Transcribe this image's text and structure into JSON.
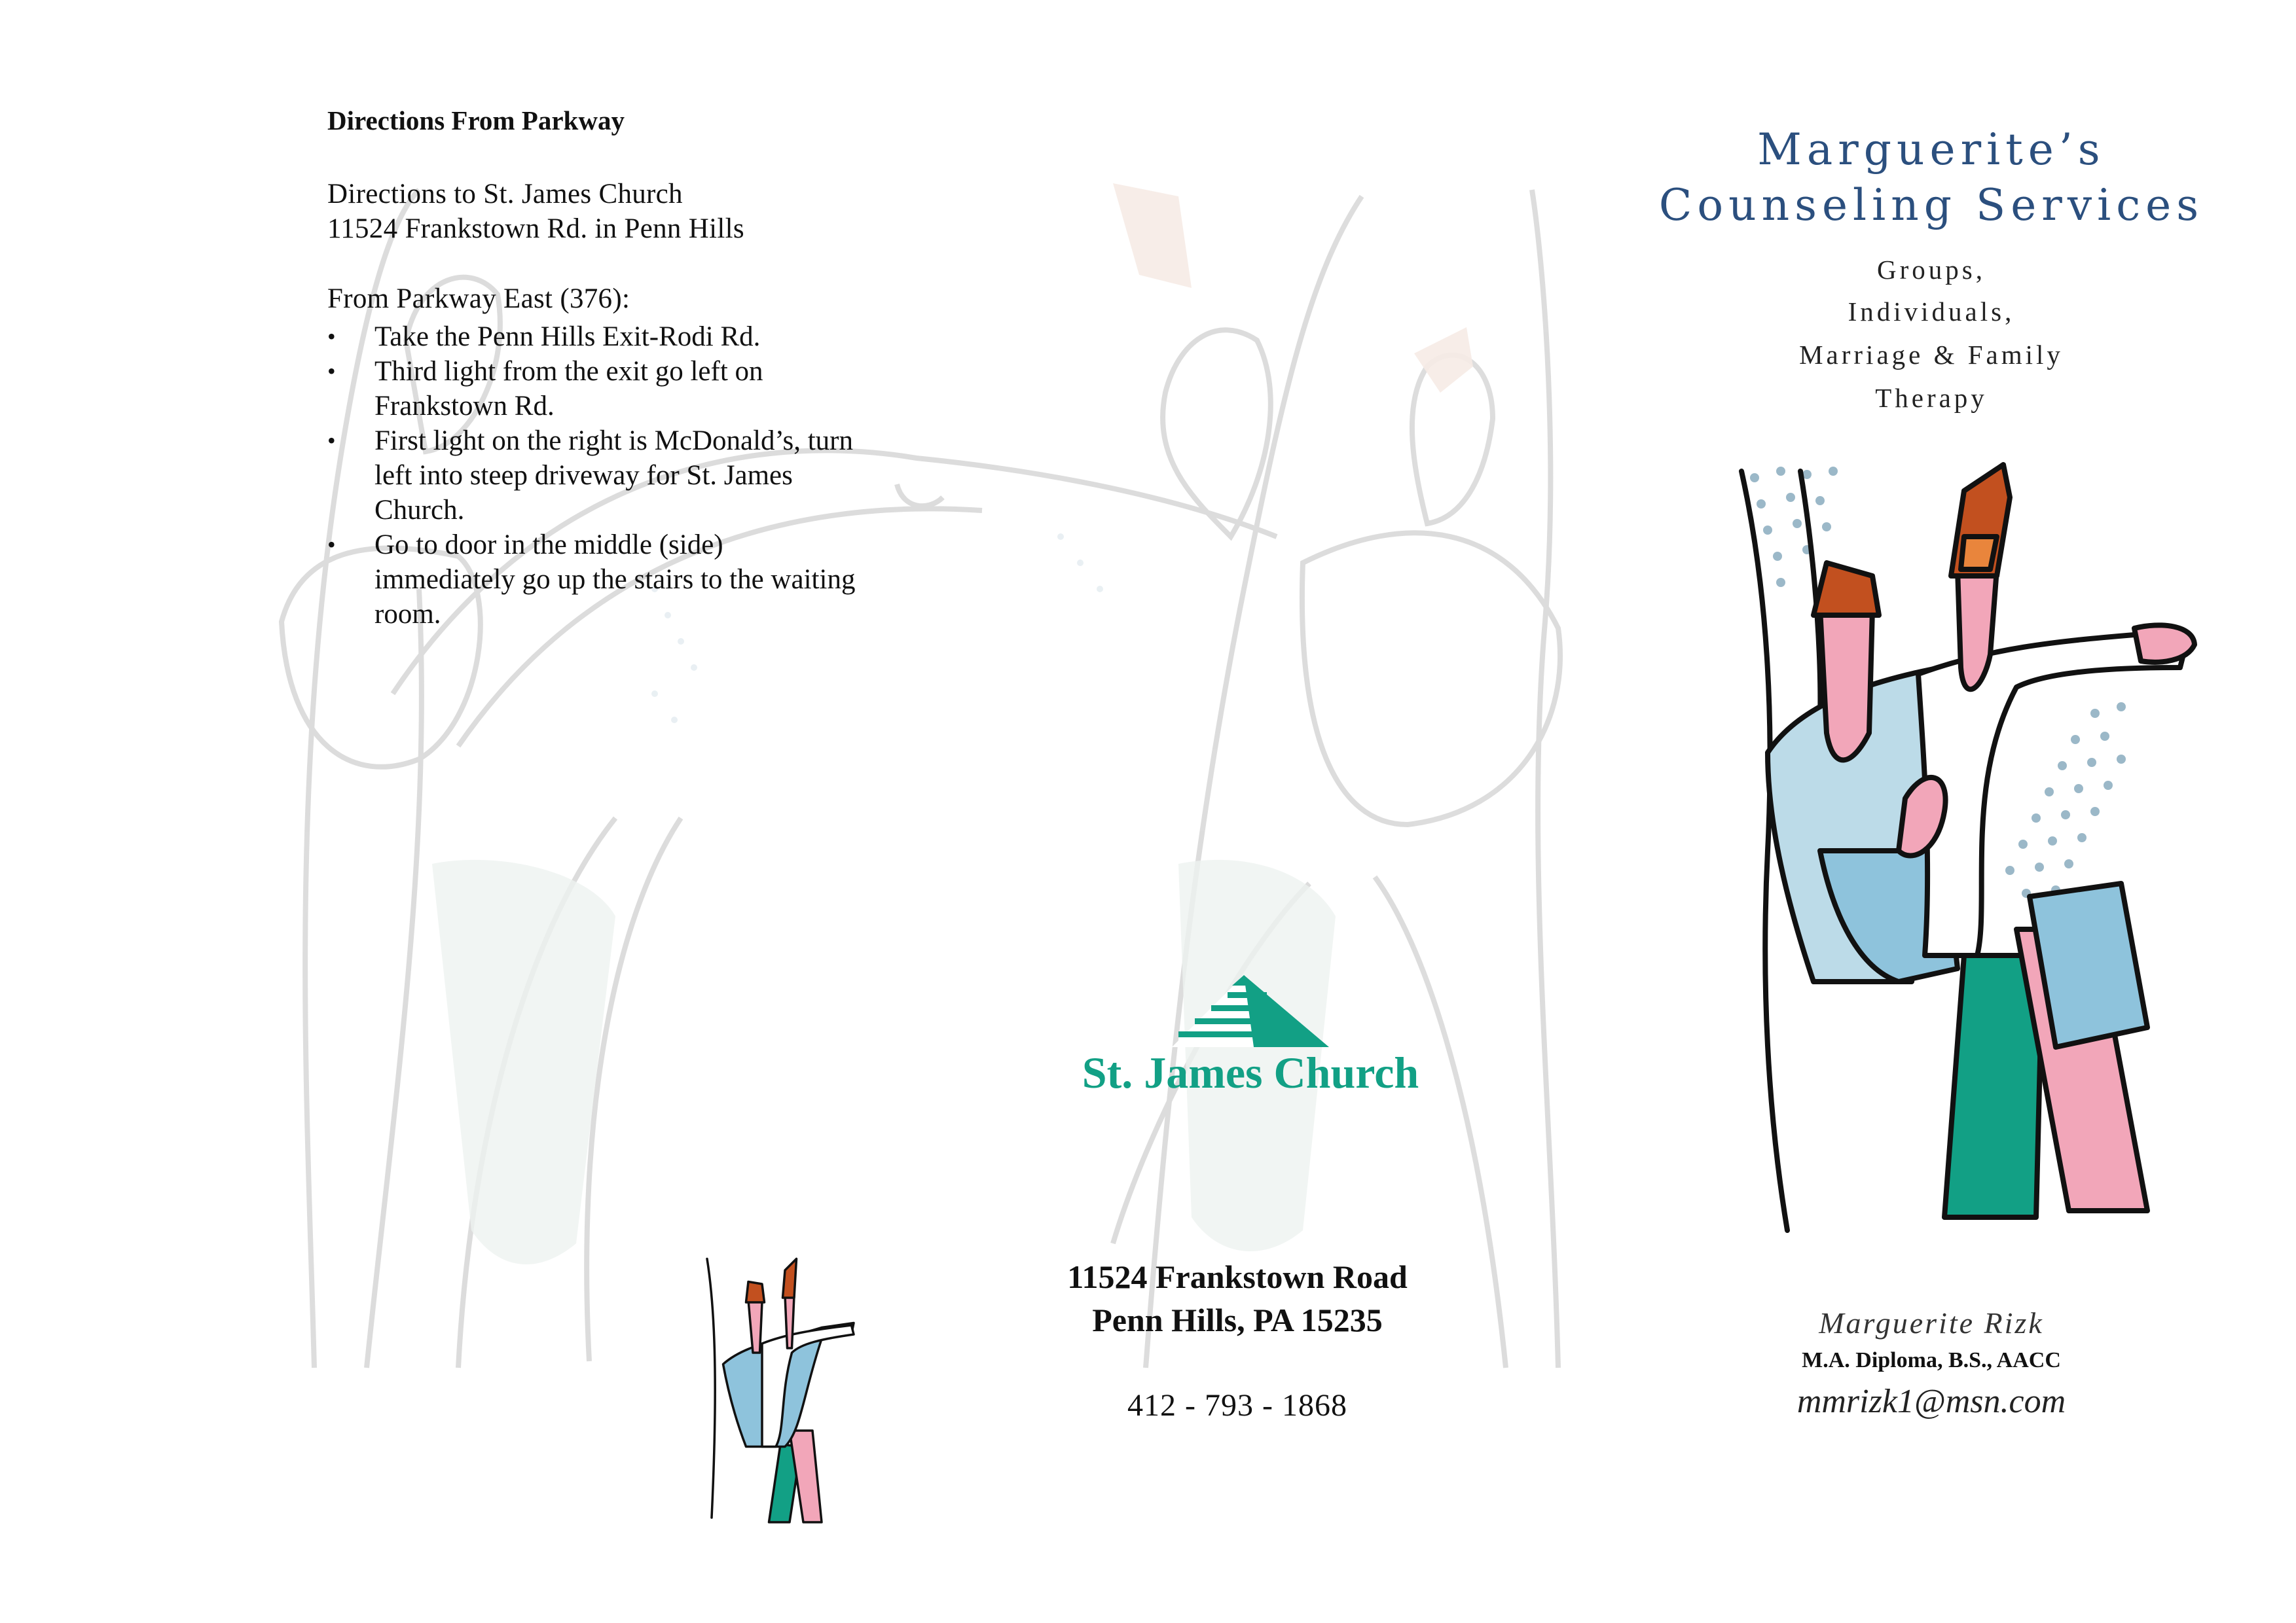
{
  "directions": {
    "heading": "Directions  From Parkway",
    "intro_line_1": "Directions to St. James Church",
    "intro_line_2": "11524 Frankstown Rd. in Penn Hills",
    "from_label": "From Parkway East (376):",
    "steps": [
      "Take the Penn Hills Exit-Rodi Rd.",
      "Third light from the exit go left on Frankstown Rd.",
      "First light on the right is McDonald’s, turn left into steep driveway for St. James Church.",
      "Go to door in the middle (side) immediately go up the stairs to the waiting room."
    ]
  },
  "church": {
    "name": "St. James Church",
    "address_line_1": "11524 Frankstown Road",
    "address_line_2": "Penn Hills, PA 15235",
    "phone": "412 - 793 - 1868"
  },
  "brochure": {
    "title_line_1": "Marguerite’s",
    "title_line_2": "Counseling Services",
    "services": [
      "Groups,",
      "Individuals,",
      "Marriage & Family",
      "Therapy"
    ],
    "counselor_name": "Marguerite Rizk",
    "credentials": "M.A. Diploma, B.S., AACC",
    "email": "mmrizk1@msn.com"
  },
  "colors": {
    "church_green": "#12a085",
    "title_blue": "#2b4f7e",
    "hair_orange": "#c2501f",
    "shirt_blue": "#8ec3dc",
    "pants_green": "#12a085",
    "skin_pink": "#f2a6b9"
  },
  "icons": {
    "church_logo": "pyramid-stripes-icon",
    "illustration": "dancing-couple-illustration"
  }
}
